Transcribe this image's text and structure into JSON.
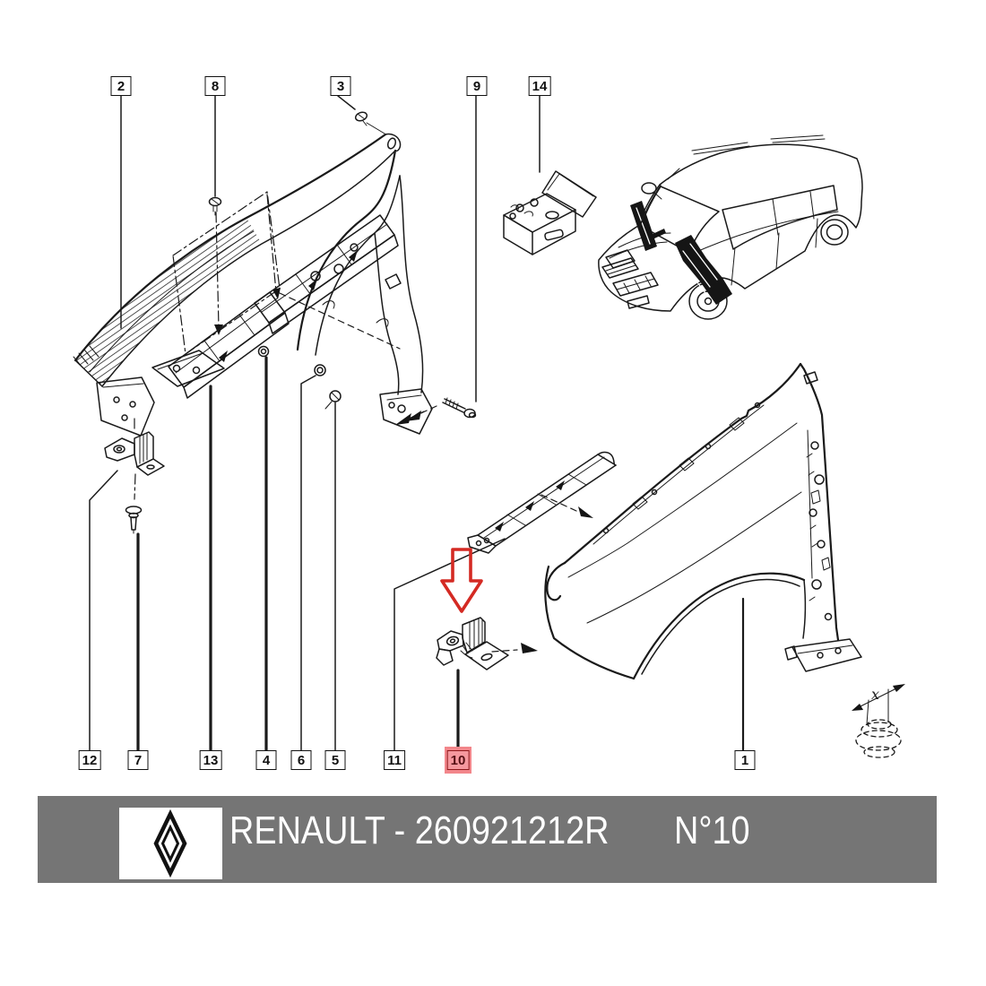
{
  "page": {
    "background": "#ffffff",
    "kind": "exploded-parts-diagram"
  },
  "callouts": {
    "top": [
      {
        "label": "2"
      },
      {
        "label": "8"
      },
      {
        "label": "3"
      },
      {
        "label": "9"
      },
      {
        "label": "14"
      }
    ],
    "bottom": [
      {
        "label": "12"
      },
      {
        "label": "7"
      },
      {
        "label": "13"
      },
      {
        "label": "4"
      },
      {
        "label": "6"
      },
      {
        "label": "5"
      },
      {
        "label": "11"
      },
      {
        "label": "10",
        "highlighted": true
      },
      {
        "label": "1"
      }
    ],
    "highlighted_label": "10"
  },
  "dimension_label": "x",
  "footer": {
    "brand_part_text": "RENAULT - 260921212R",
    "page_ref": "N°10",
    "logo": "renault-diamond-logo"
  },
  "colors": {
    "footer_bar": "#757575",
    "footer_text": "#ffffff",
    "line_art": "#1a1a1a",
    "highlight_halo": "#f2868b",
    "highlight_border": "#8e181c",
    "highlight_text": "#541014",
    "red_arrow": "#d42a23"
  }
}
